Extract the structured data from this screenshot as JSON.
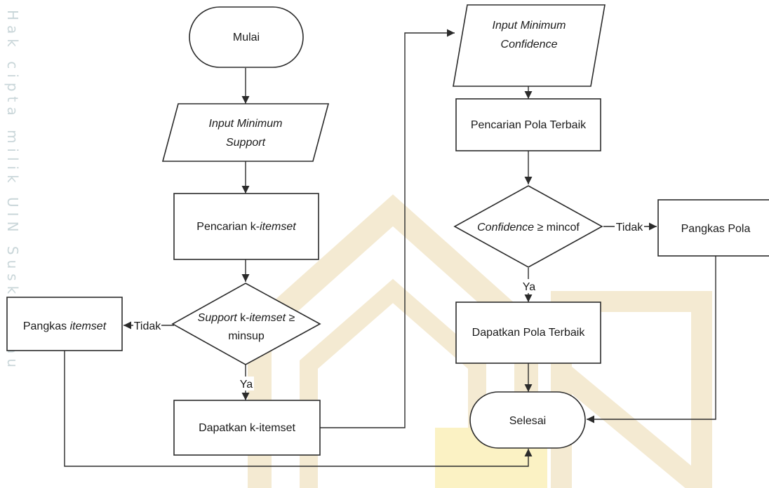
{
  "watermark": {
    "side_text": "Hak cipta milik UIN Suska Riau",
    "logo_color": "#f4ead2",
    "logo_yellow": "#fbf2c4"
  },
  "nodes": {
    "mulai": {
      "text": "Mulai"
    },
    "input_support": {
      "line1": "Input Minimum",
      "line2": "Support"
    },
    "pencarian_k": {
      "prefix": "Pencarian k-",
      "italic": "itemset"
    },
    "decision_support": {
      "line1_italic": "Support",
      "line1_mid": " k-",
      "line1_italic2": "itemset",
      "line1_end": " ≥",
      "line2": "minsup"
    },
    "pangkas_itemset": {
      "prefix": "Pangkas ",
      "italic": "itemset"
    },
    "dapatkan_k": {
      "text": "Dapatkan k-itemset"
    },
    "input_confidence": {
      "line1": "Input Minimum",
      "line2": "Confidence"
    },
    "pencarian_pola": {
      "text": "Pencarian Pola Terbaik"
    },
    "decision_conf": {
      "italic": "Confidence",
      "rest": " ≥ mincof"
    },
    "pangkas_pola": {
      "text": "Pangkas Pola"
    },
    "dapatkan_pola": {
      "text": "Dapatkan Pola Terbaik"
    },
    "selesai": {
      "text": "Selesai"
    }
  },
  "edge_labels": {
    "tidak_left": "Tidak",
    "ya_left": "Ya",
    "tidak_right": "Tidak",
    "ya_right": "Ya"
  }
}
